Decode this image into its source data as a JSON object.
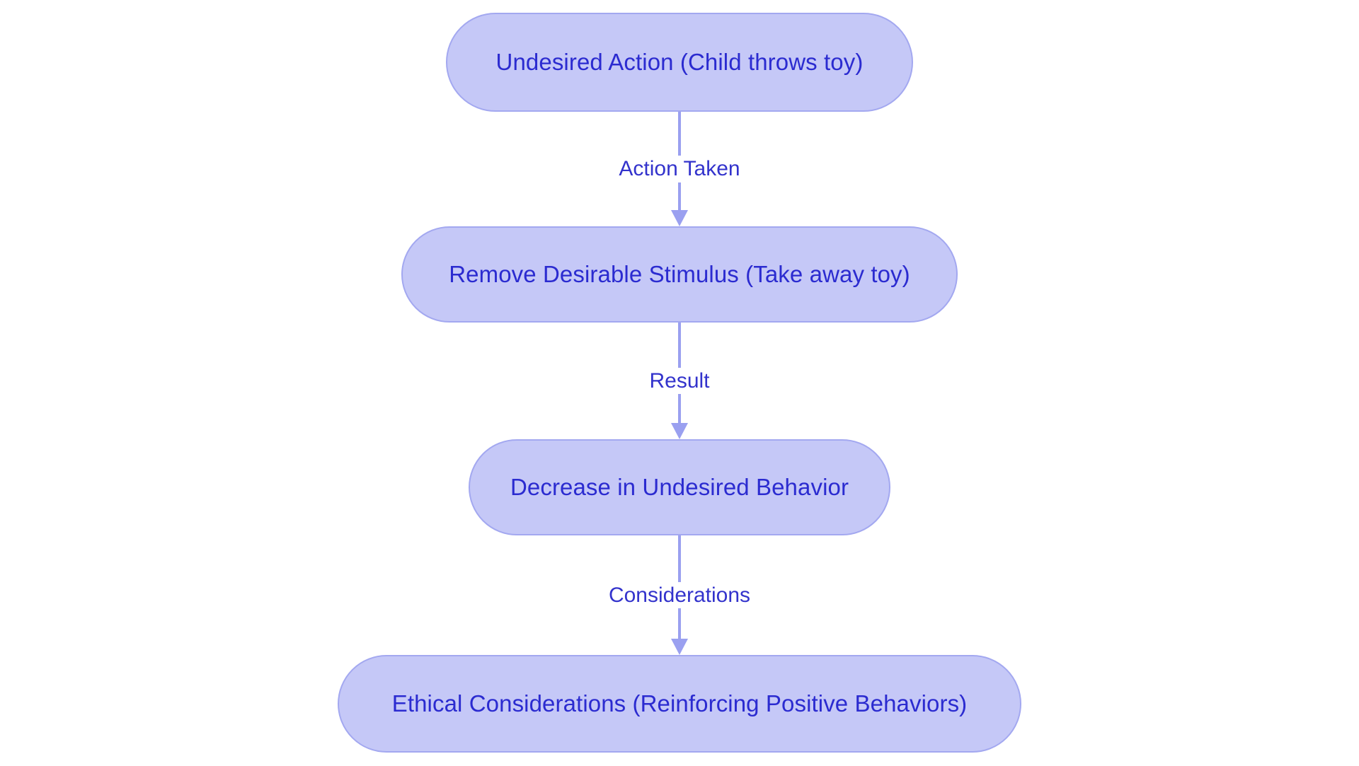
{
  "diagram": {
    "type": "flowchart",
    "orientation": "top-to-bottom",
    "background_color": "#ffffff",
    "node_fill_color": "#c5c8f7",
    "node_border_color": "#a3a8f0",
    "node_text_color": "#2b2bd0",
    "link_color": "#9aa0f0",
    "edge_label_color": "#3333cc",
    "nodes": [
      {
        "id": "undesired-action",
        "label": "Undesired Action (Child throws toy)"
      },
      {
        "id": "remove-stimulus",
        "label": "Remove Desirable Stimulus (Take away toy)"
      },
      {
        "id": "decrease-behavior",
        "label": "Decrease in Undesired Behavior"
      },
      {
        "id": "ethical-considerations",
        "label": "Ethical Considerations (Reinforcing Positive Behaviors)"
      }
    ],
    "edges": [
      {
        "id": "edge-action-taken",
        "from": "undesired-action",
        "to": "remove-stimulus",
        "label": "Action Taken"
      },
      {
        "id": "edge-result",
        "from": "remove-stimulus",
        "to": "decrease-behavior",
        "label": "Result"
      },
      {
        "id": "edge-considerations",
        "from": "decrease-behavior",
        "to": "ethical-considerations",
        "label": "Considerations"
      }
    ]
  }
}
